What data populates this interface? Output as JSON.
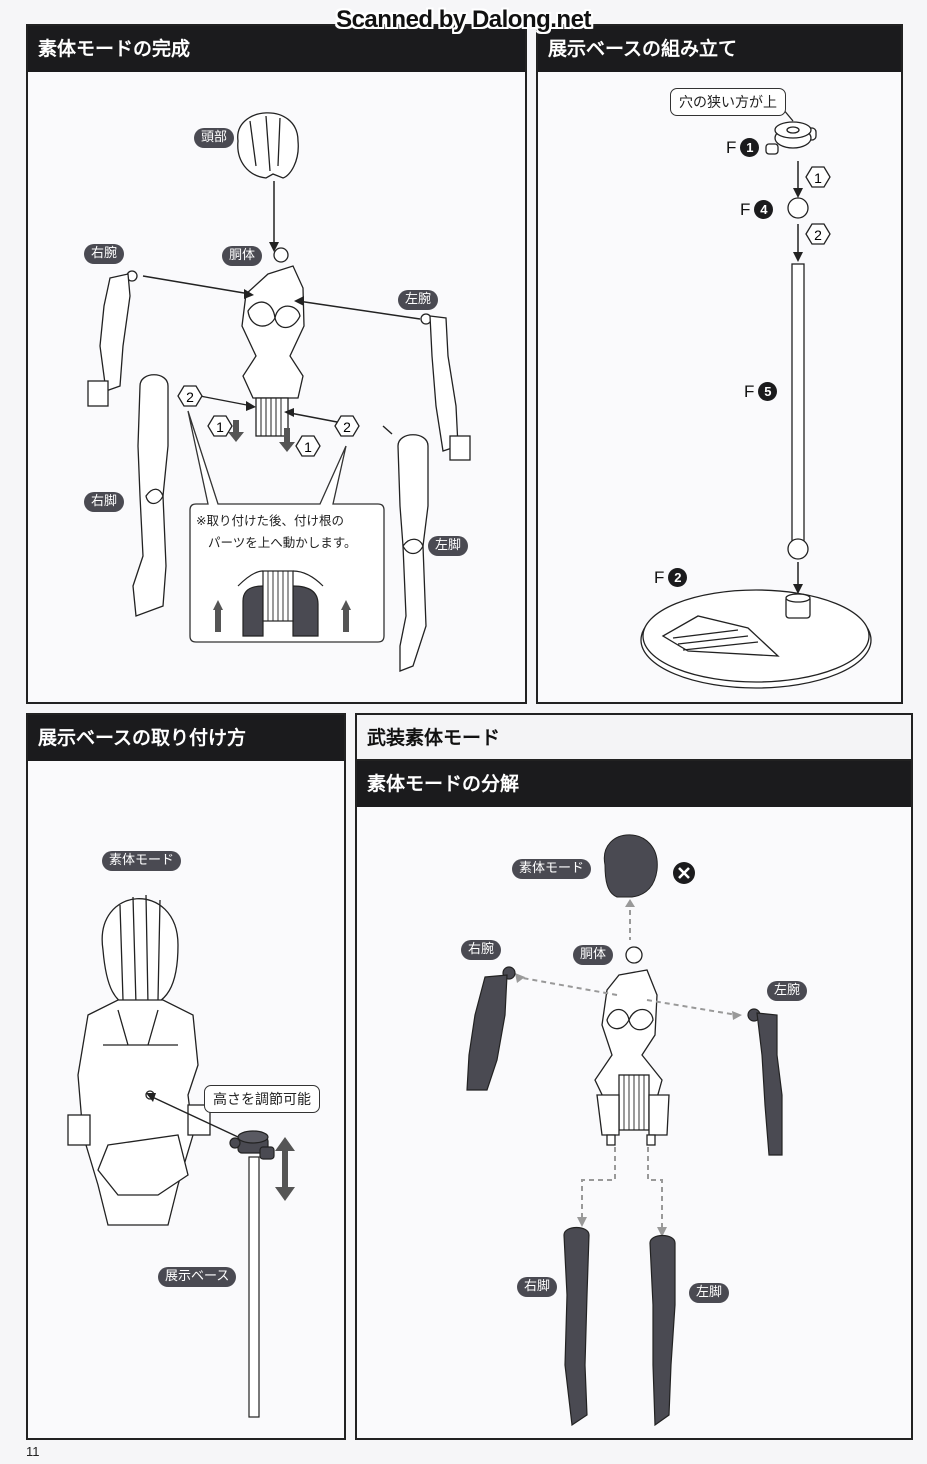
{
  "watermark": "Scanned by Dalong.net",
  "page_number": "11",
  "panels": {
    "body_complete": {
      "title": "素体モードの完成",
      "labels": {
        "head": "頭部",
        "torso": "胴体",
        "right_arm": "右腕",
        "left_arm": "左腕",
        "right_leg": "右脚",
        "left_leg": "左脚"
      },
      "steps": [
        "1",
        "2"
      ],
      "note_line1": "※取り付けた後、付け根の",
      "note_line2": "パーツを上へ動かします。"
    },
    "base_assembly": {
      "title": "展示ベースの組み立て",
      "callout": "穴の狭い方が上",
      "parts": [
        {
          "letter": "F",
          "number": "1"
        },
        {
          "letter": "F",
          "number": "4"
        },
        {
          "letter": "F",
          "number": "5"
        },
        {
          "letter": "F",
          "number": "2"
        }
      ],
      "steps": [
        "1",
        "2"
      ]
    },
    "base_attach": {
      "title": "展示ベースの取り付け方",
      "mode_label": "素体モード",
      "callout": "高さを調節可能",
      "base_label": "展示ベース"
    },
    "armed_mode": {
      "title": "武装素体モード",
      "subtitle": "素体モードの分解",
      "labels": {
        "mode": "素体モード",
        "torso": "胴体",
        "right_arm": "右腕",
        "left_arm": "左腕",
        "right_leg": "右脚",
        "left_leg": "左脚"
      },
      "remove_icon": "close-icon"
    }
  }
}
